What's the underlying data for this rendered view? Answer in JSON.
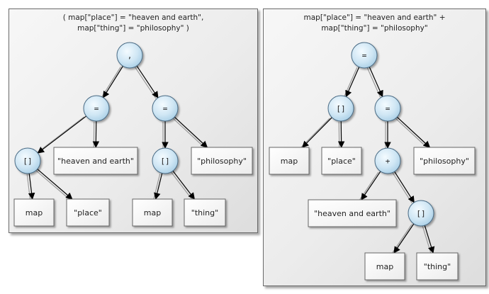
{
  "left_panel": {
    "title_line1": "( map[\"place\"] = \"heaven and earth\",",
    "title_line2": "map[\"thing\"] = \"philosophy\" )",
    "nodes": [
      {
        "id": "L_comma",
        "label": ",",
        "kind": "op"
      },
      {
        "id": "L_eq1",
        "label": "=",
        "kind": "op"
      },
      {
        "id": "L_eq2",
        "label": "=",
        "kind": "op"
      },
      {
        "id": "L_idx1",
        "label": "[]",
        "kind": "op"
      },
      {
        "id": "L_heaven",
        "label": "\"heaven and earth\"",
        "kind": "leaf"
      },
      {
        "id": "L_idx2",
        "label": "[]",
        "kind": "op"
      },
      {
        "id": "L_philo",
        "label": "\"philosophy\"",
        "kind": "leaf"
      },
      {
        "id": "L_map1",
        "label": "map",
        "kind": "leaf"
      },
      {
        "id": "L_place",
        "label": "\"place\"",
        "kind": "leaf"
      },
      {
        "id": "L_map2",
        "label": "map",
        "kind": "leaf"
      },
      {
        "id": "L_thing",
        "label": "\"thing\"",
        "kind": "leaf"
      }
    ],
    "edges": [
      [
        "L_comma",
        "L_eq1"
      ],
      [
        "L_comma",
        "L_eq2"
      ],
      [
        "L_eq1",
        "L_idx1"
      ],
      [
        "L_eq1",
        "L_heaven"
      ],
      [
        "L_eq2",
        "L_idx2"
      ],
      [
        "L_eq2",
        "L_philo"
      ],
      [
        "L_idx1",
        "L_map1"
      ],
      [
        "L_idx1",
        "L_place"
      ],
      [
        "L_idx2",
        "L_map2"
      ],
      [
        "L_idx2",
        "L_thing"
      ]
    ]
  },
  "right_panel": {
    "title_line1": "map[\"place\"] = \"heaven and earth\" +",
    "title_line2": "map[\"thing\"] = \"philosophy\"",
    "nodes": [
      {
        "id": "R_eq1",
        "label": "=",
        "kind": "op"
      },
      {
        "id": "R_idx1",
        "label": "[]",
        "kind": "op"
      },
      {
        "id": "R_eq2",
        "label": "=",
        "kind": "op"
      },
      {
        "id": "R_map1",
        "label": "map",
        "kind": "leaf"
      },
      {
        "id": "R_place",
        "label": "\"place\"",
        "kind": "leaf"
      },
      {
        "id": "R_plus",
        "label": "+",
        "kind": "op"
      },
      {
        "id": "R_philo",
        "label": "\"philosophy\"",
        "kind": "leaf"
      },
      {
        "id": "R_heaven",
        "label": "\"heaven and earth\"",
        "kind": "leaf"
      },
      {
        "id": "R_idx2",
        "label": "[]",
        "kind": "op"
      },
      {
        "id": "R_map2",
        "label": "map",
        "kind": "leaf"
      },
      {
        "id": "R_thing",
        "label": "\"thing\"",
        "kind": "leaf"
      }
    ],
    "edges": [
      [
        "R_eq1",
        "R_idx1"
      ],
      [
        "R_eq1",
        "R_eq2"
      ],
      [
        "R_idx1",
        "R_map1"
      ],
      [
        "R_idx1",
        "R_place"
      ],
      [
        "R_eq2",
        "R_plus"
      ],
      [
        "R_eq2",
        "R_philo"
      ],
      [
        "R_plus",
        "R_heaven"
      ],
      [
        "R_plus",
        "R_idx2"
      ],
      [
        "R_idx2",
        "R_map2"
      ],
      [
        "R_idx2",
        "R_thing"
      ]
    ]
  }
}
